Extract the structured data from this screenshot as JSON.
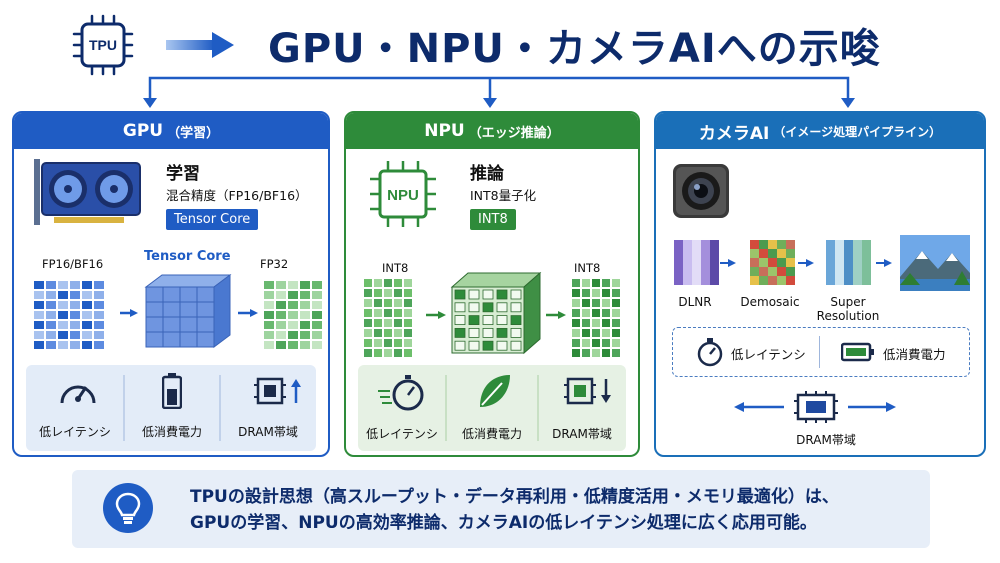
{
  "header": {
    "title": "GPU・NPU・カメラAIへの示唆",
    "tpu_label": "TPU"
  },
  "gpu": {
    "head_main": "GPU",
    "head_sub": "（学習）",
    "heading": "学習",
    "subtext": "混合精度（FP16/BF16）",
    "badge": "Tensor Core",
    "in_label": "FP16/BF16",
    "core_label": "Tensor Core",
    "out_label": "FP32",
    "metrics": [
      "低レイテンシ",
      "低消費電力",
      "DRAM帯域"
    ],
    "color": "#1f5cc4"
  },
  "npu": {
    "head_main": "NPU",
    "head_sub": "（エッジ推論）",
    "chip_label": "NPU",
    "heading": "推論",
    "subtext": "INT8量子化",
    "badge": "INT8",
    "in_label": "INT8",
    "out_label": "INT8",
    "metrics": [
      "低レイテンシ",
      "低消費電力",
      "DRAM帯域"
    ],
    "color": "#2e8b3a"
  },
  "cam": {
    "head_main": "カメラAI",
    "head_sub": "（イメージ処理パイプライン）",
    "steps": [
      "DLNR",
      "Demosaic",
      "Super",
      "Resolution"
    ],
    "metrics": [
      "低レイテンシ",
      "低消費電力"
    ],
    "dram": "DRAM帯域",
    "color": "#1a6fb8"
  },
  "footer": {
    "line1": "TPUの設計思想（高スループット・データ再利用・低精度活用・メモリ最適化）は、",
    "line2": "GPUの学習、NPUの高効率推論、カメラAIの低レイテンシ処理に広く応用可能。"
  }
}
